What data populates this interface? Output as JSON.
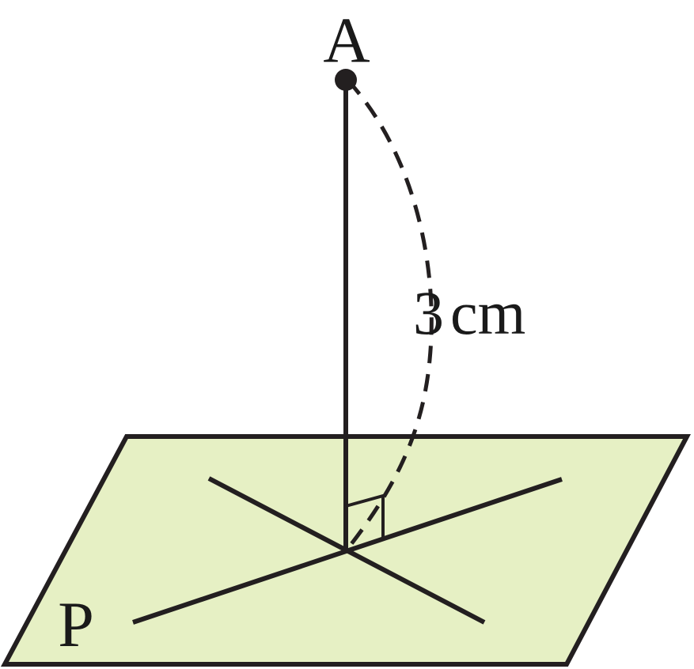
{
  "diagram": {
    "point_label": "A",
    "plane_label": "P",
    "distance": {
      "value": "3",
      "unit": "cm"
    }
  },
  "colors": {
    "plane_fill": "#e6f0c4",
    "stroke": "#231f20",
    "background": "#ffffff"
  }
}
